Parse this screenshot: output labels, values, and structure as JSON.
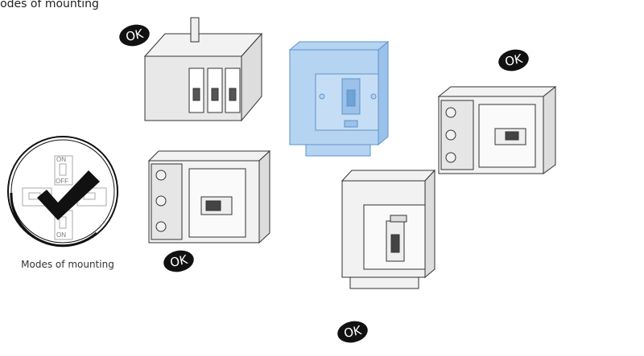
{
  "header": {
    "title": "Modes of mounting"
  },
  "mounting_icon": {
    "caption": "Modes of mounting",
    "switch_labels": {
      "on": "ON",
      "off": "OFF"
    }
  },
  "badges": [
    "OK",
    "OK",
    "OK",
    "OK"
  ],
  "colors": {
    "highlight": "#a9cdf0",
    "highlight_stroke": "#5d93c9",
    "breaker_fill": "#f2f2f2",
    "badge": "#111111"
  }
}
